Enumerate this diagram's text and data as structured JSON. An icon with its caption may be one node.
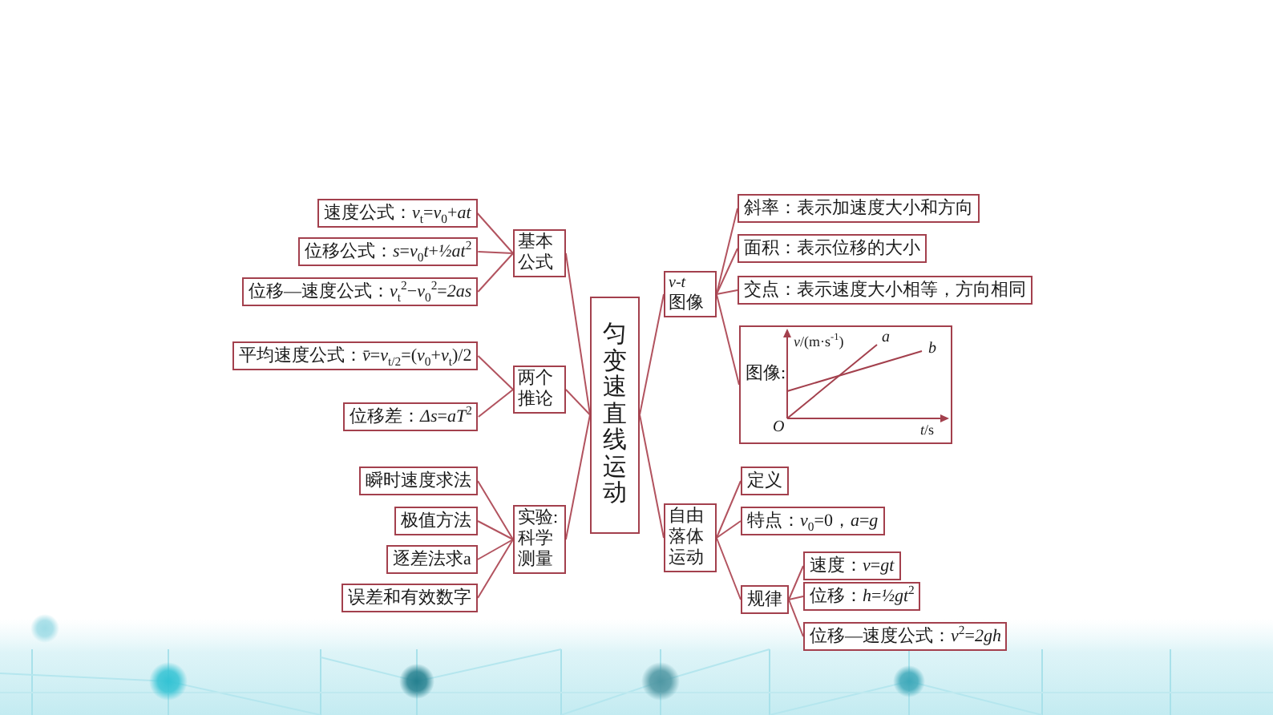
{
  "diagram": {
    "nodes": [
      {
        "text": [
          "匀变速直线运动"
        ]
      },
      {
        "text": [
          "基本公式"
        ]
      },
      {
        "text": [
          "速度公式：*v*$_{t}$=*v*$_{0}$+*at*"
        ]
      },
      {
        "text": [
          "位移公式：*s*=*v*$_{0}$*t*+*½at*$^{2}$"
        ]
      },
      {
        "text": [
          "位移—速度公式：*v*$_{t}$$^{2}$−*v*$_{0}$$^{2}$=*2as*"
        ]
      },
      {
        "text": [
          "两个推论"
        ]
      },
      {
        "text": [
          "平均速度公式：*v̄*=*v*$_{t/2}$=(*v*$_{0}$+*v*$_{t}$)/2"
        ]
      },
      {
        "text": [
          "位移差：*Δs*=*aT*$^{2}$"
        ]
      },
      {
        "text": [
          "实验:科学测量"
        ]
      },
      {
        "text": [
          "瞬时速度求法"
        ]
      },
      {
        "text": [
          "极值方法"
        ]
      },
      {
        "text": [
          "逐差法求a"
        ]
      },
      {
        "text": [
          "误差和有效数字"
        ]
      },
      {
        "text": [
          "*v*-*t*",
          "图像"
        ]
      },
      {
        "text": [
          "斜率：表示加速度大小和方向"
        ]
      },
      {
        "text": [
          "面积：表示位移的大小"
        ]
      },
      {
        "text": [
          "交点：表示速度大小相等，方向相同"
        ]
      },
      {
        "text": [
          "图像:",
          "*v*/(m·s$^{-1}$)",
          "a",
          "b",
          "O",
          "*t*/s"
        ]
      },
      {
        "text": [
          "自由落体运动"
        ]
      },
      {
        "text": [
          "定义"
        ]
      },
      {
        "text": [
          "特点：*v*$_{0}$=0，*a*=*g*"
        ]
      },
      {
        "text": [
          "规律"
        ]
      },
      {
        "text": [
          "速度：*v*=*gt*"
        ]
      },
      {
        "text": [
          "位移：*h*=*½gt*$^{2}$"
        ]
      },
      {
        "text": [
          "位移—速度公式：*v*$^{2}$=*2gh*"
        ]
      }
    ],
    "edges": [
      {
        "from": 0,
        "to": 1,
        "arrow": "none"
      },
      {
        "from": 1,
        "to": 2,
        "arrow": "none"
      },
      {
        "from": 1,
        "to": 3,
        "arrow": "none"
      },
      {
        "from": 1,
        "to": 4,
        "arrow": "none"
      },
      {
        "from": 0,
        "to": 5,
        "arrow": "none"
      },
      {
        "from": 5,
        "to": 6,
        "arrow": "none"
      },
      {
        "from": 5,
        "to": 7,
        "arrow": "none"
      },
      {
        "from": 0,
        "to": 8,
        "arrow": "none"
      },
      {
        "from": 8,
        "to": 9,
        "arrow": "none"
      },
      {
        "from": 8,
        "to": 10,
        "arrow": "none"
      },
      {
        "from": 8,
        "to": 11,
        "arrow": "none"
      },
      {
        "from": 8,
        "to": 12,
        "arrow": "none"
      },
      {
        "from": 0,
        "to": 13,
        "arrow": "none"
      },
      {
        "from": 13,
        "to": 14,
        "arrow": "none"
      },
      {
        "from": 13,
        "to": 15,
        "arrow": "none"
      },
      {
        "from": 13,
        "to": 16,
        "arrow": "none"
      },
      {
        "from": 13,
        "to": 17,
        "arrow": "none"
      },
      {
        "from": 0,
        "to": 18,
        "arrow": "none"
      },
      {
        "from": 18,
        "to": 19,
        "arrow": "none"
      },
      {
        "from": 18,
        "to": 20,
        "arrow": "none"
      },
      {
        "from": 18,
        "to": 21,
        "arrow": "none"
      },
      {
        "from": 21,
        "to": 22,
        "arrow": "none"
      },
      {
        "from": 21,
        "to": 23,
        "arrow": "none"
      },
      {
        "from": 21,
        "to": 24,
        "arrow": "none"
      }
    ]
  }
}
